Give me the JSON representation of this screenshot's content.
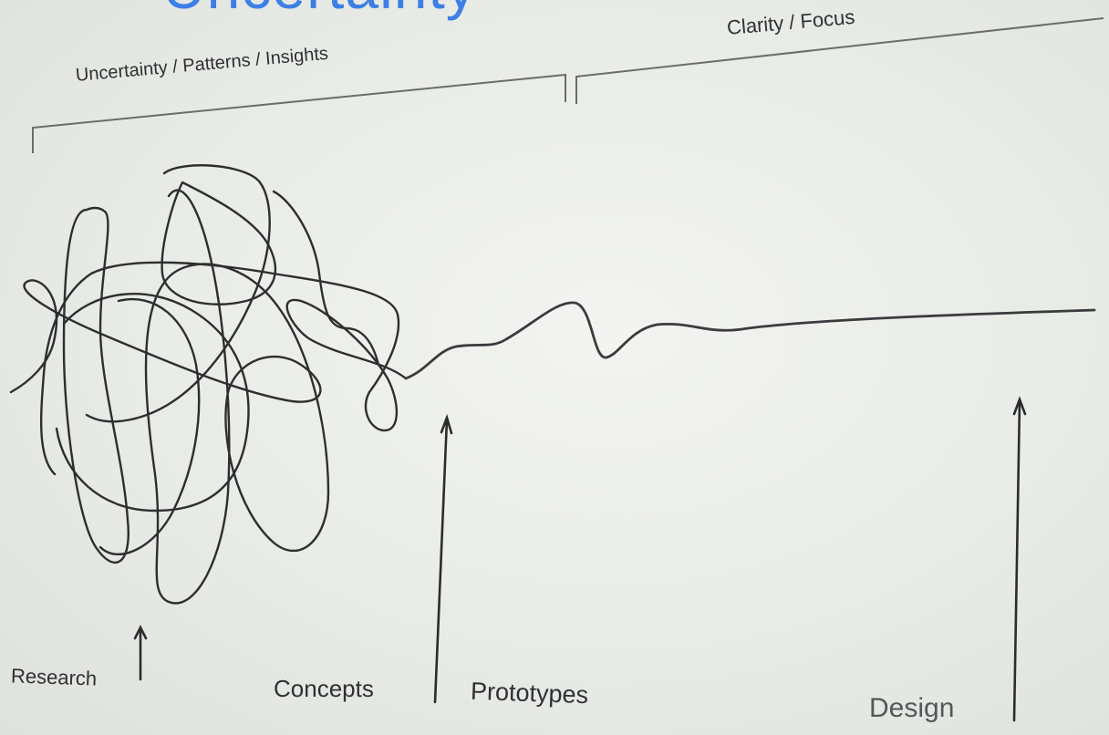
{
  "title_fragment": "Uncertainty",
  "phases": {
    "left_label": "Uncertainty / Patterns / Insights",
    "right_label": "Clarity / Focus"
  },
  "stages": {
    "research": "Research",
    "concepts": "Concepts",
    "prototypes": "Prototypes",
    "design": "Design"
  },
  "colors": {
    "title": "#3d7fe6",
    "ink": "#2f3033",
    "background": "#eceee9"
  }
}
